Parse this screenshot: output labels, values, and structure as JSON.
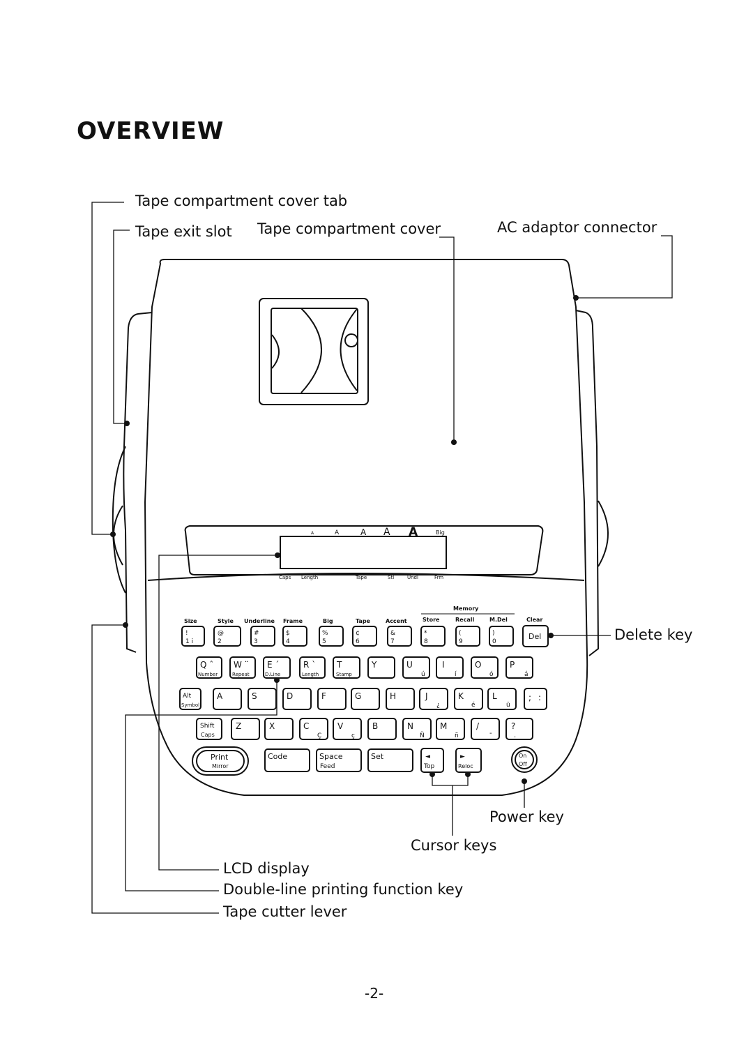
{
  "title": "OVERVIEW",
  "page_number": "-2-",
  "callouts": {
    "cover_tab": "Tape compartment cover tab",
    "exit_slot": "Tape exit slot",
    "cover": "Tape compartment cover",
    "ac_adaptor": "AC adaptor connector",
    "delete_key": "Delete key",
    "power_key": "Power key",
    "cursor_keys": "Cursor keys",
    "lcd": "LCD display",
    "double_line": "Double-line printing function key",
    "cutter": "Tape cutter lever"
  },
  "lcd_top_labels": [
    "A",
    "A",
    "A",
    "A",
    "A",
    "Big"
  ],
  "lcd_bottom_labels": [
    "Caps",
    "Length",
    "Tape",
    "Stl",
    "Undl",
    "Frm"
  ],
  "memory_label": "Memory",
  "row1_labels": [
    "Size",
    "Style",
    "Underline",
    "Frame",
    "Big",
    "Tape",
    "Accent",
    "Store",
    "Recall",
    "M.Del",
    "Clear"
  ],
  "row1_keys": [
    {
      "top": "!",
      "bot": "1  i"
    },
    {
      "top": "@",
      "bot": "2"
    },
    {
      "top": "#",
      "bot": "3"
    },
    {
      "top": "$",
      "bot": "4"
    },
    {
      "top": "%",
      "bot": "5"
    },
    {
      "top": "¢",
      "bot": "6"
    },
    {
      "top": "&",
      "bot": "7"
    },
    {
      "top": "*",
      "bot": "8"
    },
    {
      "top": "(",
      "bot": "9"
    },
    {
      "top": ")",
      "bot": "0"
    }
  ],
  "delete_key": "Del",
  "row2_keys": [
    {
      "main": "Q ˆ",
      "sub": "Number"
    },
    {
      "main": "W ¨",
      "sub": "Repeat"
    },
    {
      "main": "E ´",
      "sub": "D.Line"
    },
    {
      "main": "R `",
      "sub": "Length"
    },
    {
      "main": "T",
      "sub": "Stamp"
    },
    {
      "main": "Y",
      "sub": ""
    },
    {
      "main": "U",
      "sub": "ú"
    },
    {
      "main": "I",
      "sub": "í"
    },
    {
      "main": "O",
      "sub": "ó"
    },
    {
      "main": "P",
      "sub": "á"
    }
  ],
  "row3_keys": [
    {
      "main": "Alt",
      "sub": "Symbol"
    },
    {
      "main": "A",
      "sub": ""
    },
    {
      "main": "S",
      "sub": ""
    },
    {
      "main": "D",
      "sub": ""
    },
    {
      "main": "F",
      "sub": ""
    },
    {
      "main": "G",
      "sub": ""
    },
    {
      "main": "H",
      "sub": ""
    },
    {
      "main": "J",
      "sub": "¿"
    },
    {
      "main": "K",
      "sub": "é"
    },
    {
      "main": "L",
      "sub": "ü"
    },
    {
      "main": ";",
      "sub": ":"
    }
  ],
  "row4_keys": [
    {
      "main": "Shift",
      "sub": "Caps"
    },
    {
      "main": "Z",
      "sub": ""
    },
    {
      "main": "X",
      "sub": ""
    },
    {
      "main": "C",
      "sub": "Ç"
    },
    {
      "main": "V",
      "sub": "ç"
    },
    {
      "main": "B",
      "sub": ""
    },
    {
      "main": "N",
      "sub": "Ñ"
    },
    {
      "main": "M",
      "sub": "ñ"
    },
    {
      "main": "/",
      "sub": "-"
    },
    {
      "main": "?",
      "sub": "."
    }
  ],
  "bottom_keys": {
    "print": "Print",
    "mirror": "Mirror",
    "code": "Code",
    "space": "Space",
    "feed": "Feed",
    "set": "Set",
    "left_arrow": "◄",
    "top": "Top",
    "right_arrow": "►",
    "reloc": "Reloc",
    "on": "On",
    "off": "Off"
  }
}
